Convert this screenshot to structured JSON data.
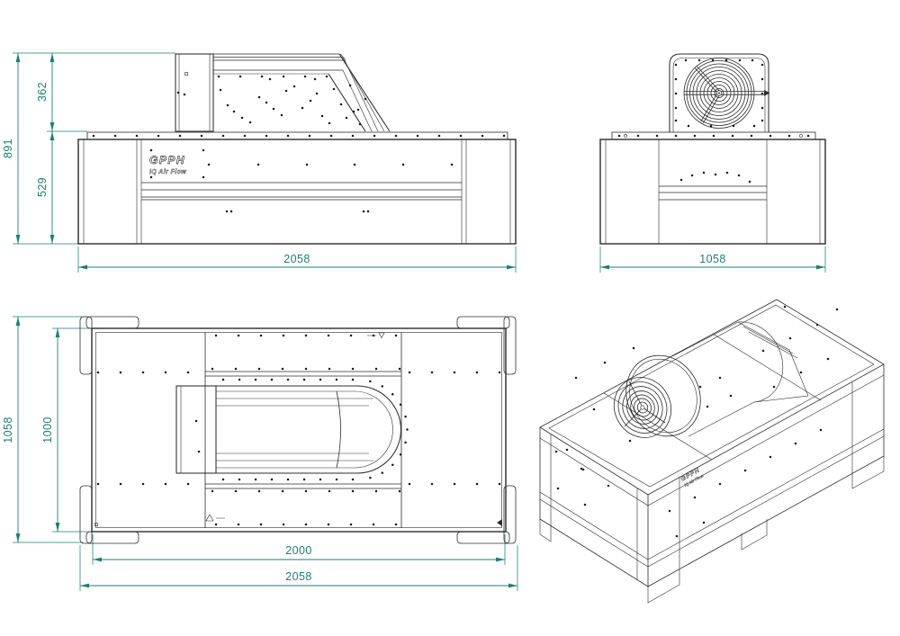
{
  "drawing": {
    "brand": {
      "name": "GPPH",
      "tagline": "IQ Air Flow"
    },
    "views": {
      "front": {
        "dim_total_height": "891",
        "dim_top_height": "362",
        "dim_body_height": "529",
        "dim_width": "2058"
      },
      "side": {
        "dim_width": "1058"
      },
      "top": {
        "dim_depth_outer": "1058",
        "dim_depth_inner": "1000",
        "dim_width_inner": "2000",
        "dim_width_outer": "2058"
      }
    },
    "colors": {
      "dimension": "#1e7d74",
      "line": "#2b2b2b",
      "background": "#ffffff"
    }
  }
}
